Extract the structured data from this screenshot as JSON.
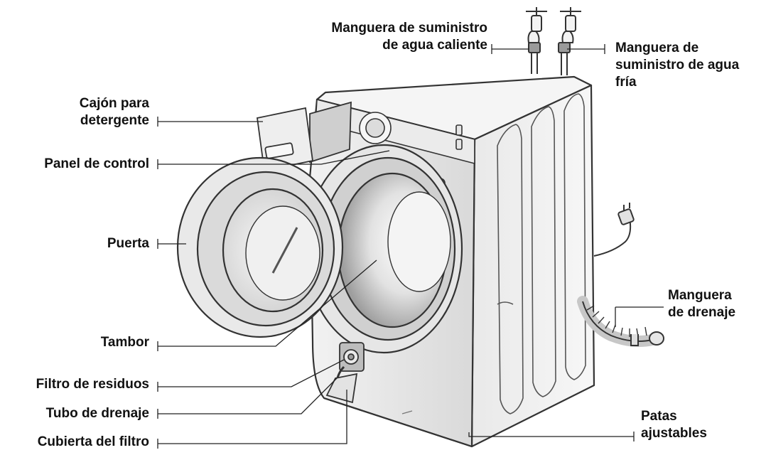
{
  "colors": {
    "outline": "#333333",
    "shade_light": "#efefef",
    "shade_mid": "#d6d6d6",
    "shade_dark": "#a9a9a9",
    "leader": "#222222"
  },
  "labels": {
    "hot_hose_line1": "Manguera de suministro",
    "hot_hose_line2": "de agua caliente",
    "cold_hose_line1": "Manguera de",
    "cold_hose_line2": "suministro de agua",
    "cold_hose_line3": "fría",
    "detergent_line1": "Cajón para",
    "detergent_line2": "detergente",
    "control_panel": "Panel de control",
    "door": "Puerta",
    "drum": "Tambor",
    "debris_filter": "Filtro de residuos",
    "drain_tube": "Tubo de drenaje",
    "filter_cover": "Cubierta del filtro",
    "drain_hose_line1": "Manguera",
    "drain_hose_line2": "de drenaje",
    "feet_line1": "Patas",
    "feet_line2": "ajustables"
  }
}
